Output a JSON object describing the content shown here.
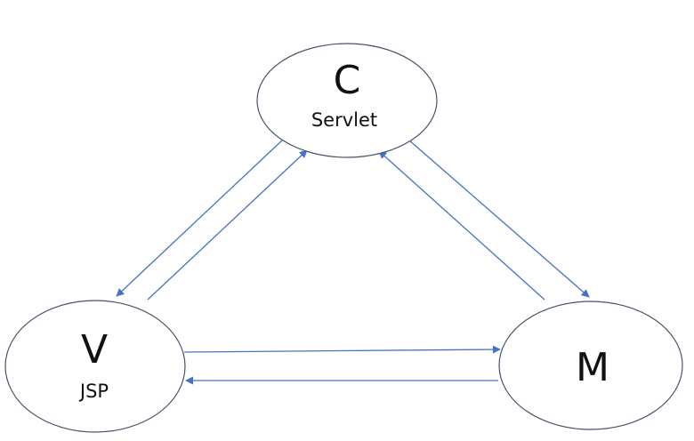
{
  "diagram": {
    "nodes": {
      "controller": {
        "letter": "C",
        "subtitle": "Servlet"
      },
      "view": {
        "letter": "V",
        "subtitle": "JSP"
      },
      "model": {
        "letter": "M"
      }
    },
    "edges": [
      {
        "from": "controller",
        "to": "view"
      },
      {
        "from": "view",
        "to": "controller"
      },
      {
        "from": "controller",
        "to": "model"
      },
      {
        "from": "model",
        "to": "controller"
      },
      {
        "from": "view",
        "to": "model"
      },
      {
        "from": "model",
        "to": "view"
      }
    ],
    "colors": {
      "arrow": "#4472C4",
      "node_outline": "#44546A",
      "text": "#111111"
    }
  }
}
